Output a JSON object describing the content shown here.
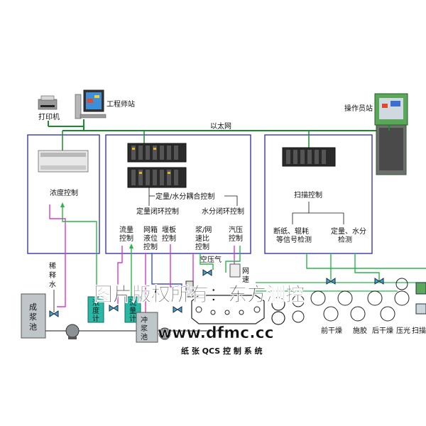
{
  "labels": {
    "printer": "打印机",
    "engineer_station": "工程师站",
    "operator_station": "操作员站",
    "ethernet": "以太网",
    "consistency_control": "浓度控制",
    "basis_moisture_coupled": "定量/水分耦合控制",
    "basis_loop": "定量闭环控制",
    "moisture_loop": "水分闭环控制",
    "flow_control": [
      "流量",
      "控制"
    ],
    "headbox_level": [
      "网箱",
      "液位",
      "控制"
    ],
    "slice_control": [
      "堰板",
      "控制"
    ],
    "jet_wire_ratio": [
      "浆/网",
      "速比",
      "控制"
    ],
    "steam_control": [
      "汽压",
      "控制"
    ],
    "scan_control": "扫描控制",
    "break_detect": [
      "断纸、辊耗",
      "等信号检测"
    ],
    "basis_moisture_detect": [
      "定量、水分",
      "检测"
    ],
    "dilution_water": [
      "稀",
      "释",
      "水"
    ],
    "stock_chest": [
      "成",
      "浆",
      "池"
    ],
    "consistency_meter": [
      "浓",
      "度",
      "计"
    ],
    "flow_meter": [
      "流",
      "量",
      "计"
    ],
    "flush_chest": [
      "冲",
      "浆",
      "池"
    ],
    "air": "空压气",
    "speed": [
      "网",
      "速"
    ],
    "pre_dryer": "前干燥",
    "size_press": "施胶",
    "post_dryer": "后干燥",
    "calender": "压光",
    "scanner": "扫描",
    "system_title": "纸 张 QCS 控 制 系 统",
    "watermark_cn": "图片版权所有：东方测控",
    "watermark_url": "www.dfmc.cc"
  },
  "colors": {
    "frame": "#2a2aa8",
    "ethernet": "#1a8a2a",
    "signal_green": "#2ab54a",
    "signal_magenta": "#d63cc8",
    "signal_blue": "#3a50d0",
    "tank": "#bfc6c9",
    "meter": "#29b8a6"
  }
}
